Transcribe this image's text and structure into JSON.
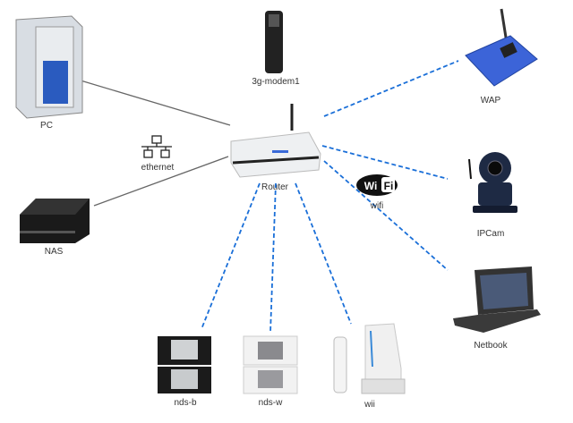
{
  "diagram": {
    "nodes": {
      "pc": "PC",
      "modem": "3g-modem1",
      "wap": "WAP",
      "ethernet": "ethernet",
      "router": "Router",
      "wifi": "wifi",
      "wifi_logo": "WiFi",
      "ipcam": "IPCam",
      "nas": "NAS",
      "netbook": "Netbook",
      "nds_b": "nds-b",
      "nds_w": "nds-w",
      "wii": "wii"
    },
    "colors": {
      "wireless": "#1a6fd8",
      "wired": "#666666"
    }
  }
}
